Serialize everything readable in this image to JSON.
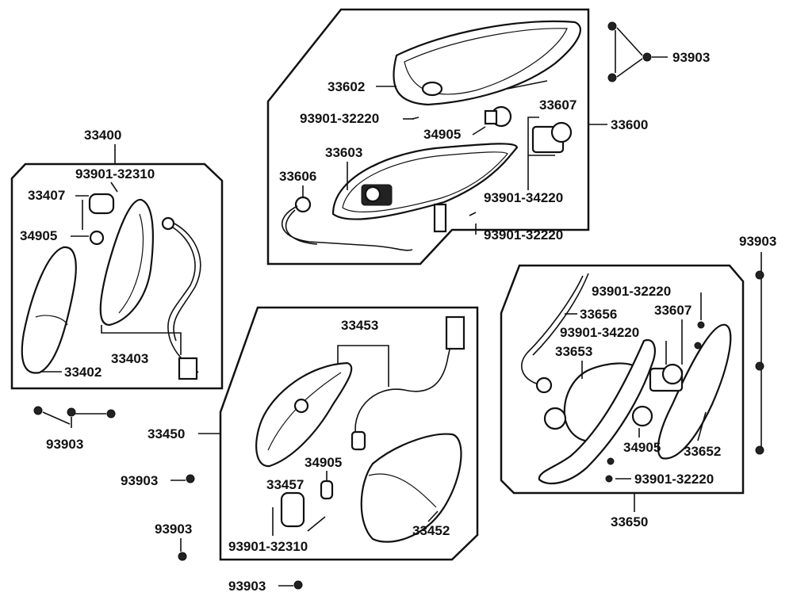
{
  "colors": {
    "ink": "#111111",
    "background": "#ffffff"
  },
  "groups": {
    "g33600": {
      "label": "33600"
    },
    "g33400": {
      "label": "33400"
    },
    "g33450": {
      "label": "33450"
    },
    "g33650": {
      "label": "33650"
    }
  },
  "labels": {
    "p33602": "33602",
    "p93901_32220_a": "93901-32220",
    "p33607_a": "33607",
    "p34905_a": "34905",
    "p33603": "33603",
    "p33606": "33606",
    "p93901_34220_a": "93901-34220",
    "p93901_32220_b": "93901-32220",
    "p93903_a": "93903",
    "p93901_32310_a": "93901-32310",
    "p33407": "33407",
    "p34905_b": "34905",
    "p33403": "33403",
    "p33402": "33402",
    "p93903_b": "93903",
    "p93903_c": "93903",
    "p93903_d": "93903",
    "p33453": "33453",
    "p34905_c": "34905",
    "p33457": "33457",
    "p33452": "33452",
    "p93901_32310_b": "93901-32310",
    "p93903_e": "93903",
    "p93903_f": "93903",
    "p93901_32220_c": "93901-32220",
    "p33656": "33656",
    "p33607_b": "33607",
    "p93901_34220_b": "93901-34220",
    "p33653": "33653",
    "p34905_d": "34905",
    "p33652": "33652",
    "p93901_32220_d": "93901-32220"
  }
}
